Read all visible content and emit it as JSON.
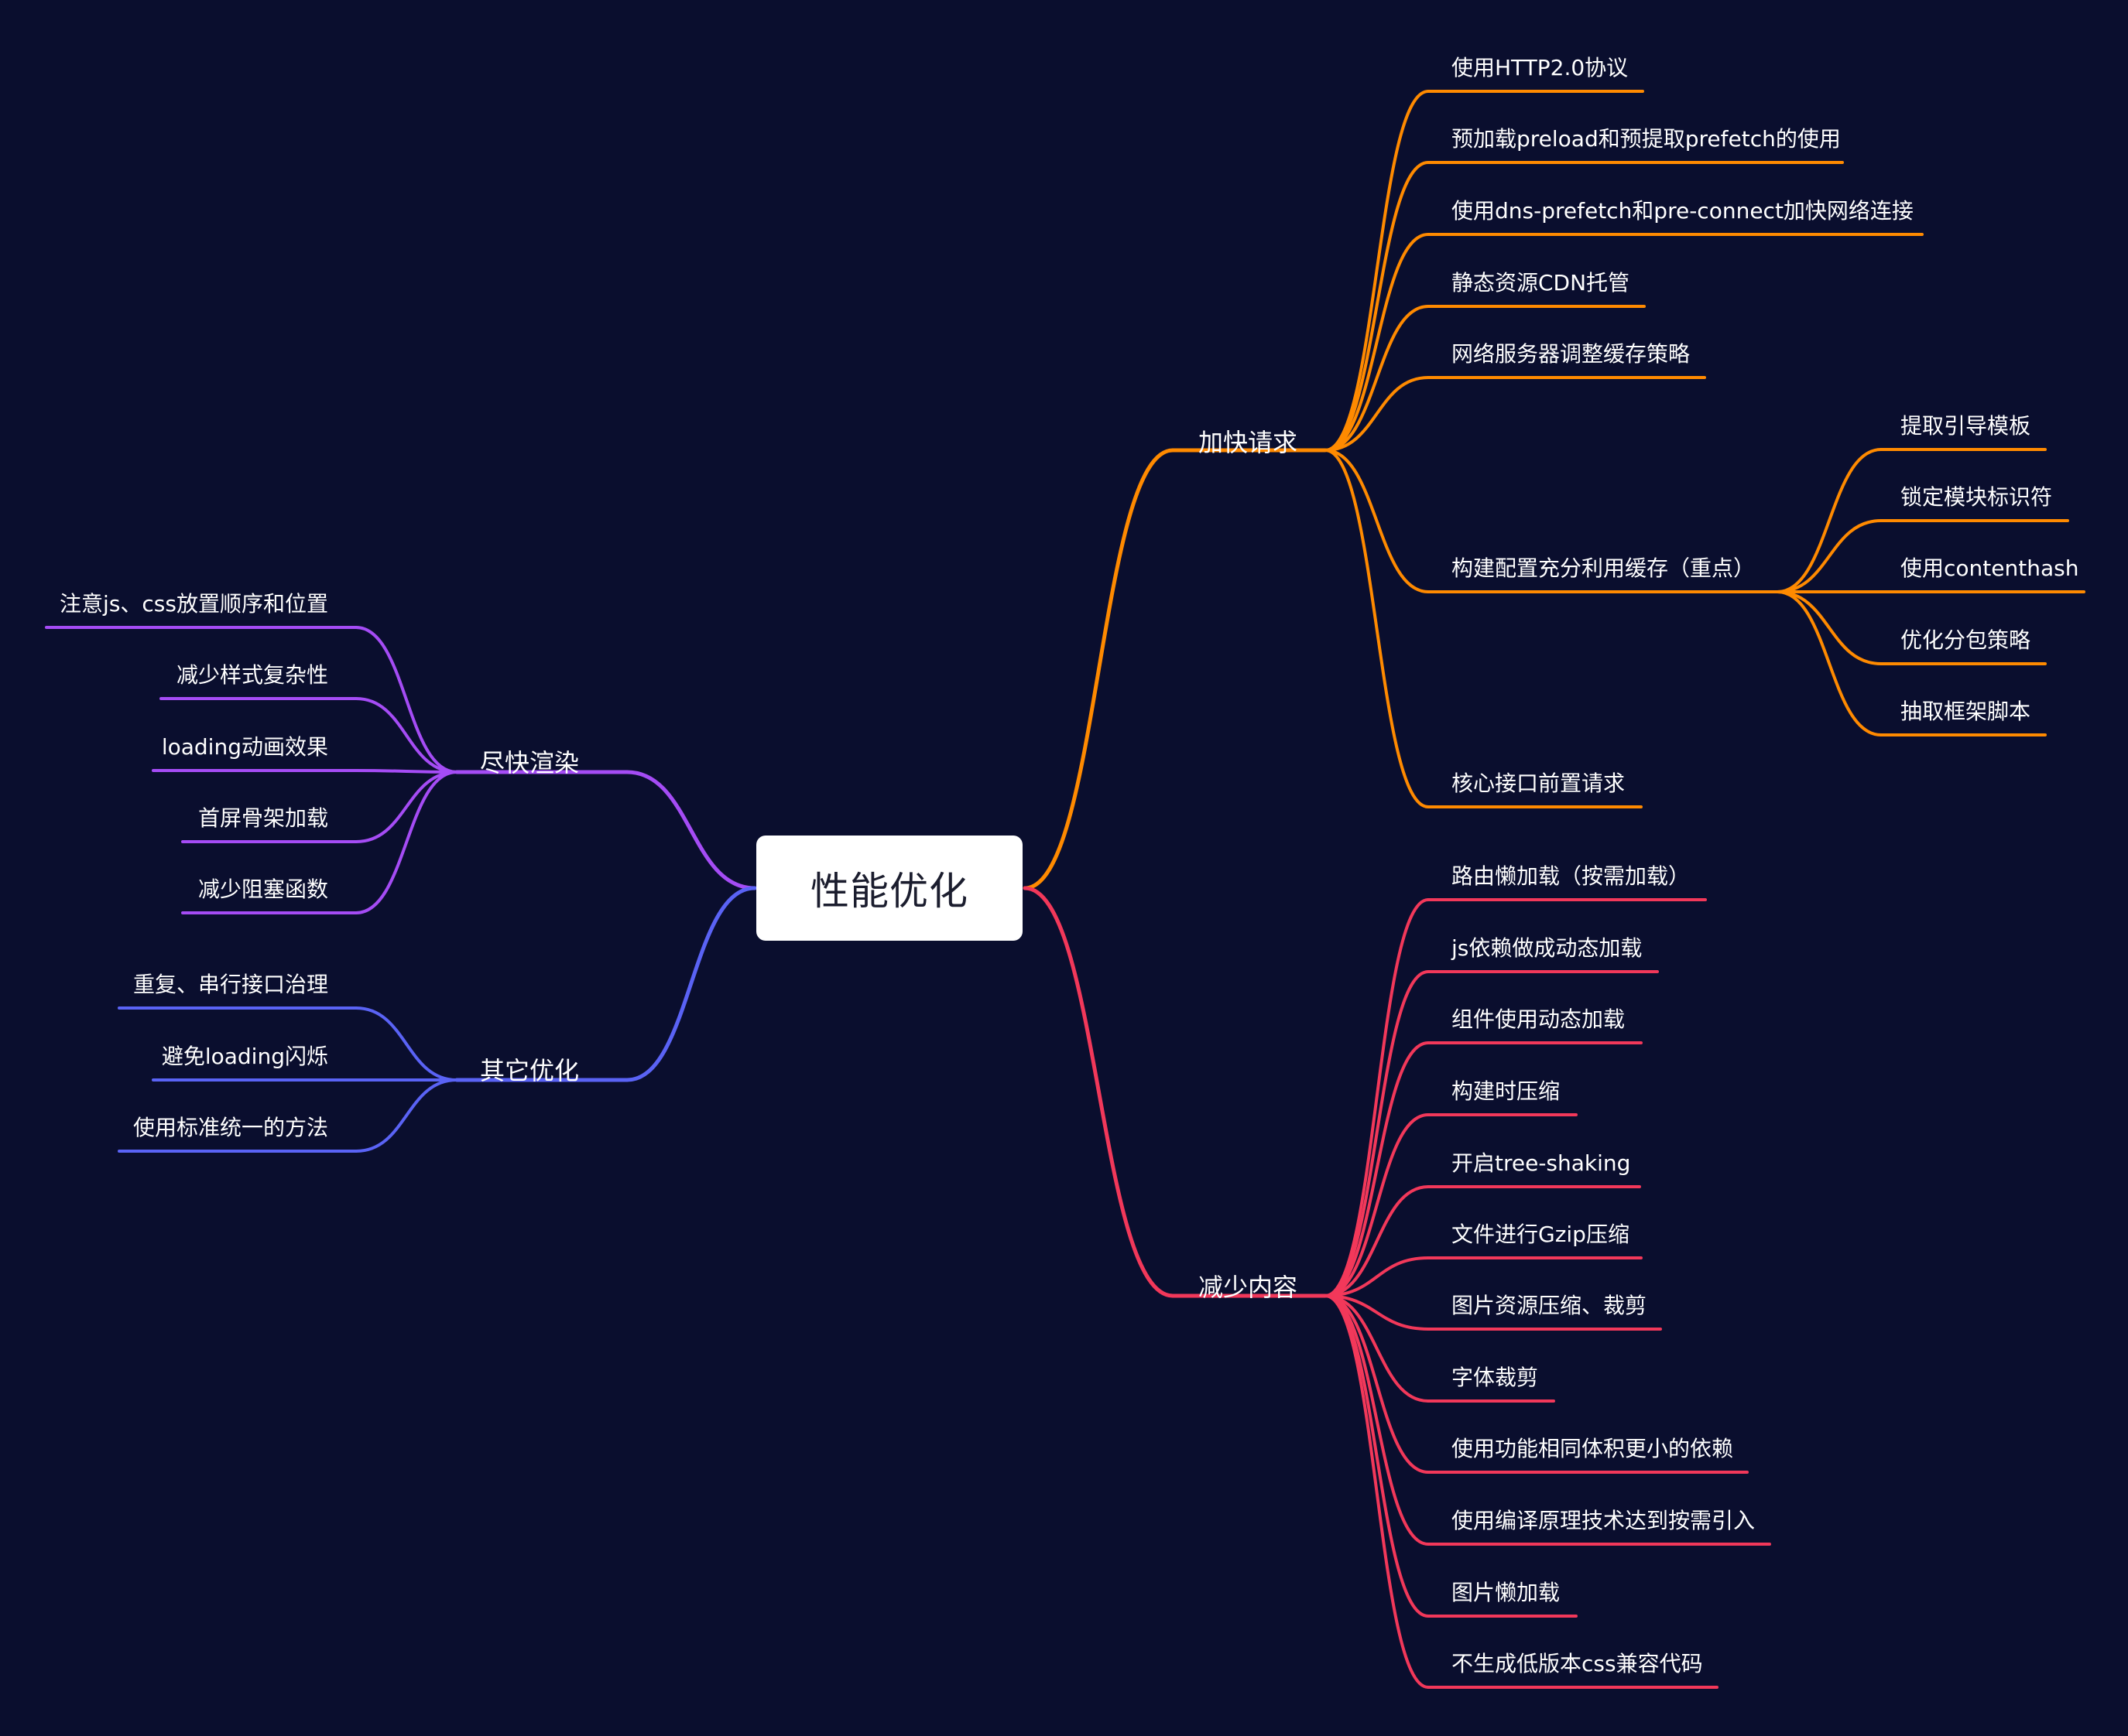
{
  "root": {
    "label": "性能优化"
  },
  "colors": {
    "background": "#0a0e2e",
    "orange": "#ff8a00",
    "red": "#f2385a",
    "purple": "#a54cf5",
    "blue": "#5a63f5"
  },
  "branches": [
    {
      "id": "fast-request",
      "label": "加快请求",
      "side": "right",
      "color": "#ff8a00",
      "children": [
        {
          "label": "使用HTTP2.0协议"
        },
        {
          "label": "预加载preload和预提取prefetch的使用"
        },
        {
          "label": "使用dns-prefetch和pre-connect加快网络连接"
        },
        {
          "label": "静态资源CDN托管"
        },
        {
          "label": "网络服务器调整缓存策略"
        },
        {
          "label": "构建配置充分利用缓存（重点）",
          "children": [
            {
              "label": "提取引导模板"
            },
            {
              "label": "锁定模块标识符"
            },
            {
              "label": "使用contenthash"
            },
            {
              "label": "优化分包策略"
            },
            {
              "label": "抽取框架脚本"
            }
          ]
        },
        {
          "label": "核心接口前置请求"
        }
      ]
    },
    {
      "id": "reduce-content",
      "label": "减少内容",
      "side": "right",
      "color": "#f2385a",
      "children": [
        {
          "label": "路由懒加载（按需加载）"
        },
        {
          "label": "js依赖做成动态加载"
        },
        {
          "label": "组件使用动态加载"
        },
        {
          "label": "构建时压缩"
        },
        {
          "label": "开启tree-shaking"
        },
        {
          "label": "文件进行Gzip压缩"
        },
        {
          "label": "图片资源压缩、裁剪"
        },
        {
          "label": "字体裁剪"
        },
        {
          "label": "使用功能相同体积更小的依赖"
        },
        {
          "label": "使用编译原理技术达到按需引入"
        },
        {
          "label": "图片懒加载"
        },
        {
          "label": "不生成低版本css兼容代码"
        }
      ]
    },
    {
      "id": "render-fast",
      "label": "尽快渲染",
      "side": "left",
      "color": "#a54cf5",
      "children": [
        {
          "label": "注意js、css放置顺序和位置"
        },
        {
          "label": "减少样式复杂性"
        },
        {
          "label": "loading动画效果"
        },
        {
          "label": "首屏骨架加载"
        },
        {
          "label": "减少阻塞函数"
        }
      ]
    },
    {
      "id": "other-opt",
      "label": "其它优化",
      "side": "left",
      "color": "#5a63f5",
      "children": [
        {
          "label": "重复、串行接口治理"
        },
        {
          "label": "避免loading闪烁"
        },
        {
          "label": "使用标准统一的方法"
        }
      ]
    }
  ]
}
